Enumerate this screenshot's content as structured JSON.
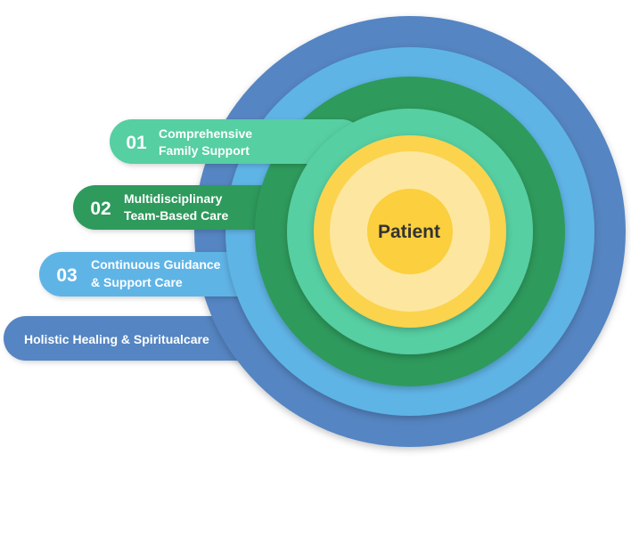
{
  "center": {
    "label": "Patient"
  },
  "items": [
    {
      "number": "01",
      "line1": "Comprehensive",
      "line2": "Family Support"
    },
    {
      "number": "02",
      "line1": "Multidisciplinary",
      "line2": "Team-Based Care"
    },
    {
      "number": "03",
      "line1": "Continuous Guidance",
      "line2": "& Support Care"
    },
    {
      "number": "",
      "line1": "Holistic Healing & Spiritualcare",
      "line2": ""
    }
  ],
  "colors": {
    "ring_outer_blue": "#5585c2",
    "ring_light_blue": "#5fb4e6",
    "ring_dark_green": "#2e9a5c",
    "ring_mint": "#57cfa2",
    "ring_yellow": "#fcd34d",
    "ring_pale_yellow": "#fde7a0",
    "core_yellow": "#fbcf3d",
    "pill_01": "#57cfa2",
    "pill_02": "#2e9a5c",
    "pill_03": "#5fb4e6",
    "pill_04": "#5585c2"
  }
}
